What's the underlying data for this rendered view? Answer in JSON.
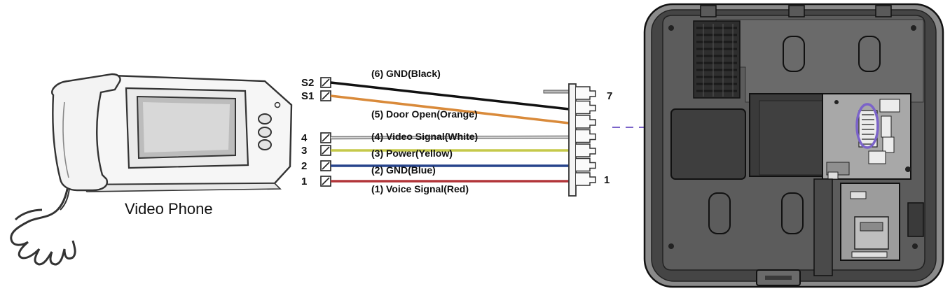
{
  "video_phone": {
    "caption": "Video Phone"
  },
  "terminals": [
    {
      "id": "S2"
    },
    {
      "id": "S1"
    },
    {
      "id": "4"
    },
    {
      "id": "3"
    },
    {
      "id": "2"
    },
    {
      "id": "1"
    }
  ],
  "wires": [
    {
      "label": "(6) GND(Black)",
      "color": "#111111"
    },
    {
      "label": "(5) Door Open(Orange)",
      "color": "#d98a3a"
    },
    {
      "label": "(4) Video Signal(White)",
      "color": "#d4d4d4"
    },
    {
      "label": "(3) Power(Yellow)",
      "color": "#c5c94a"
    },
    {
      "label": "(2) GND(Blue)",
      "color": "#27448c"
    },
    {
      "label": "(1) Voice Signal(Red)",
      "color": "#b2363a"
    }
  ],
  "connector": {
    "pin_top": "7",
    "pin_bottom": "1"
  },
  "highlight_color": "#7b63c9"
}
